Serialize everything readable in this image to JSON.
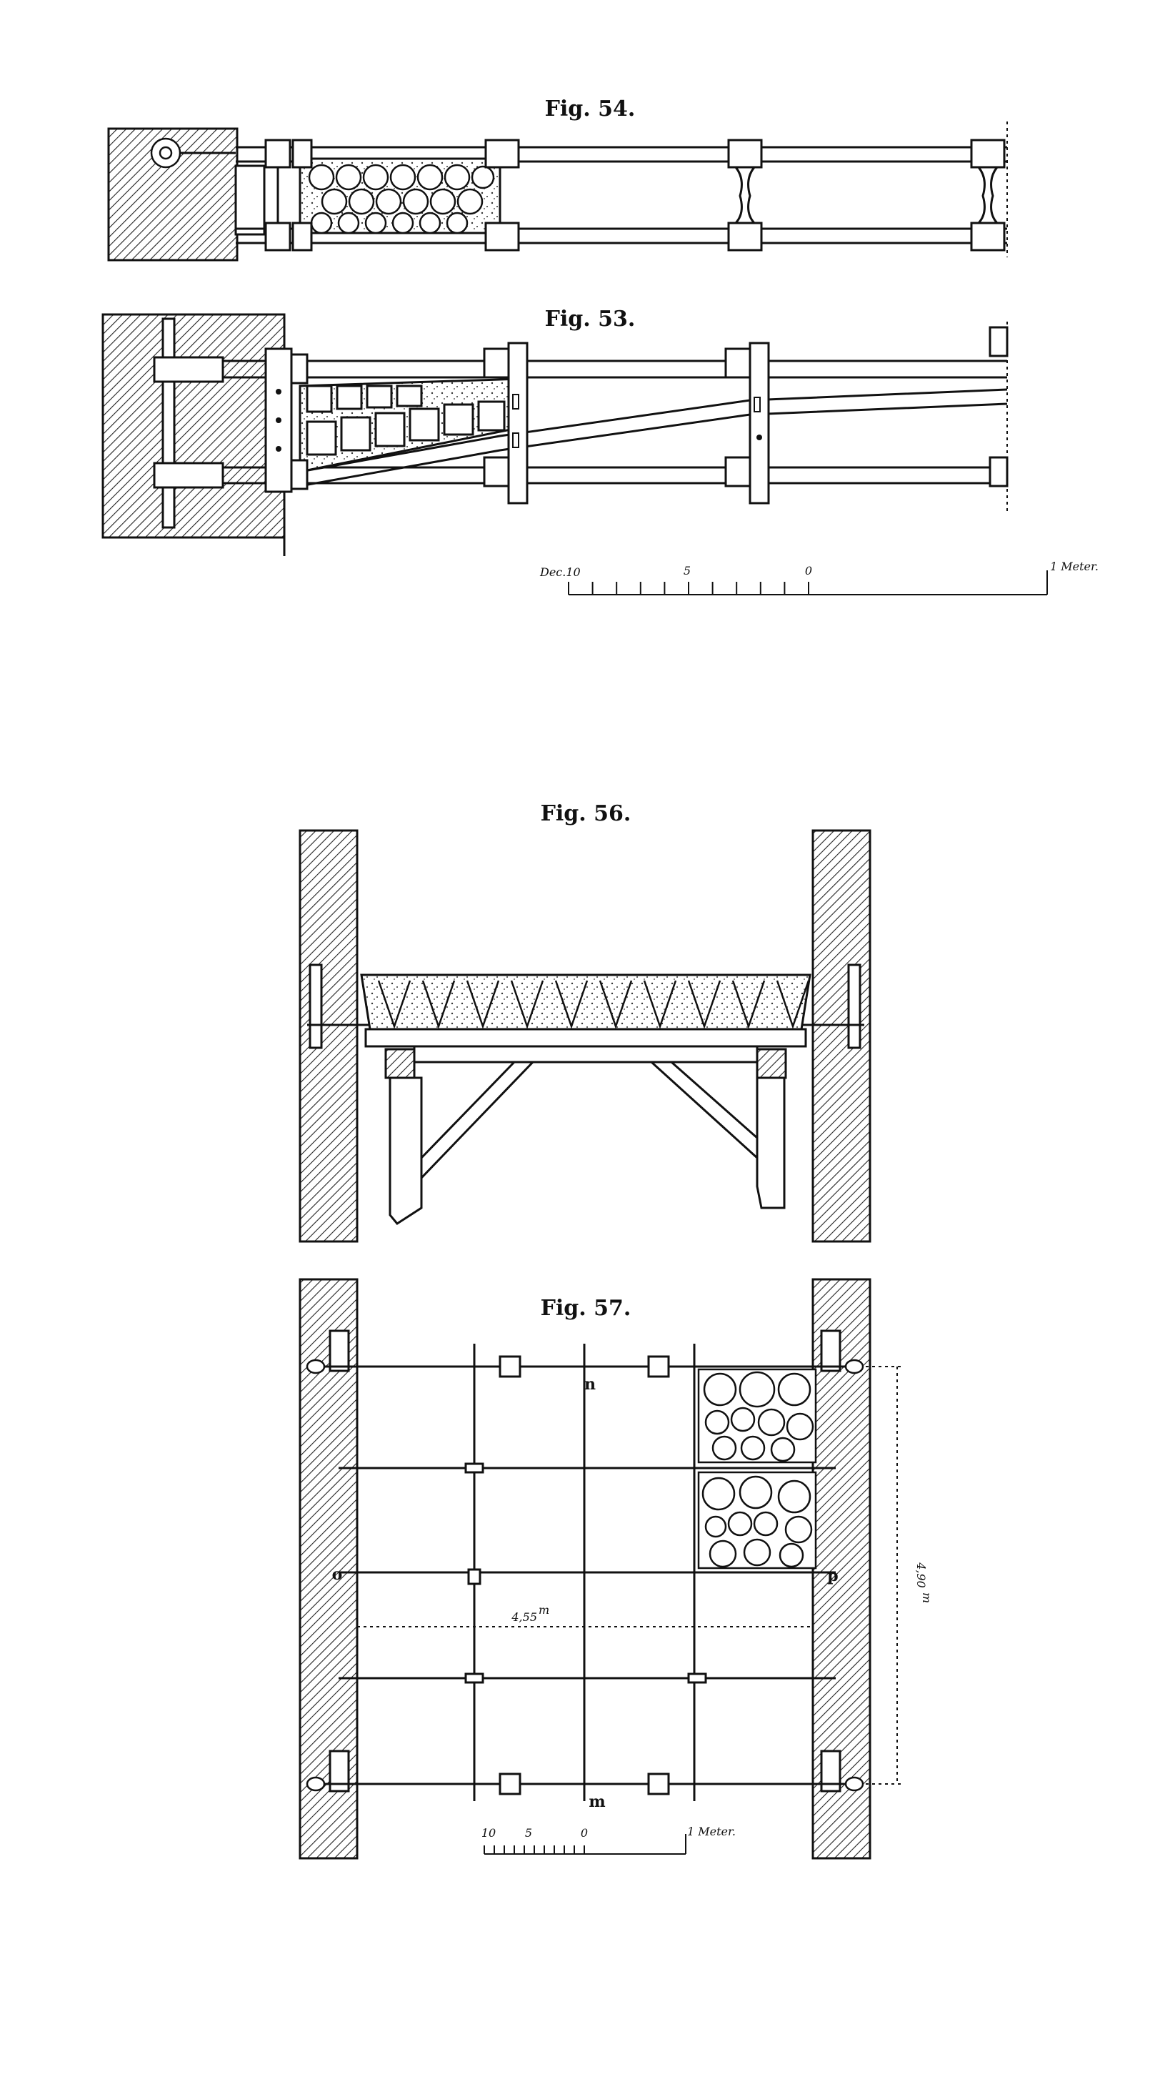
{
  "figures": {
    "fig54": {
      "title": "Fig. 54."
    },
    "fig53": {
      "title": "Fig. 53."
    },
    "fig56": {
      "title": "Fig. 56."
    },
    "fig57": {
      "title": "Fig. 57.",
      "point_n": "n",
      "point_m": "m",
      "point_o": "o",
      "point_p": "p",
      "dim_width": "4,55",
      "dim_width_unit": "m",
      "dim_height": "4,90",
      "dim_height_unit": "m"
    }
  },
  "scale_top": {
    "left_label": "Dec.10",
    "mid_label": "5",
    "zero_label": "0",
    "right_label": "1 Meter."
  },
  "scale_bottom": {
    "left_label": "10",
    "mid_label": "5",
    "zero_label": "0",
    "right_label": "1 Meter."
  }
}
